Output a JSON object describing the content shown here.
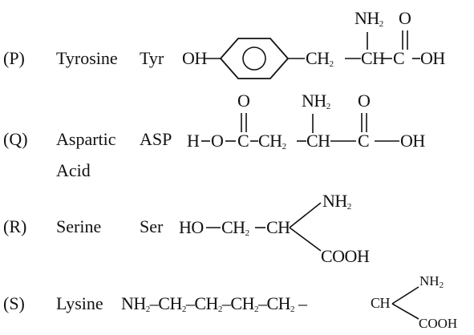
{
  "rows": {
    "p": {
      "label": "(P)",
      "name": "Tyrosine",
      "abbr": "Tyr",
      "oh_left": "OH",
      "ch2": "CH",
      "ch": "CH",
      "c": "C",
      "oh_right": "OH",
      "nh2": "NH",
      "o": "O"
    },
    "q": {
      "label": "(Q)",
      "name_line1": "Aspartic",
      "name_line2": "Acid",
      "abbr": "ASP",
      "h": "H",
      "o1": "O",
      "c1": "C",
      "ch2": "CH",
      "ch": "CH",
      "c2": "C",
      "oh": "OH",
      "o_top1": "O",
      "nh2": "NH",
      "o_top2": "O"
    },
    "r": {
      "label": "(R)",
      "name": "Serine",
      "abbr": "Ser",
      "ho": "HO",
      "ch2": "CH",
      "ch": "CH",
      "nh2": "NH",
      "cooh": "COOH"
    },
    "s": {
      "label": "(S)",
      "name": "Lysine",
      "nh2_chain": "NH",
      "ch2_1": "CH",
      "ch2_2": "CH",
      "ch2_3": "CH",
      "ch2_4": "CH",
      "ch": "CH",
      "nh2_top": "NH",
      "cooh": "COOH"
    },
    "subscript": "2"
  }
}
